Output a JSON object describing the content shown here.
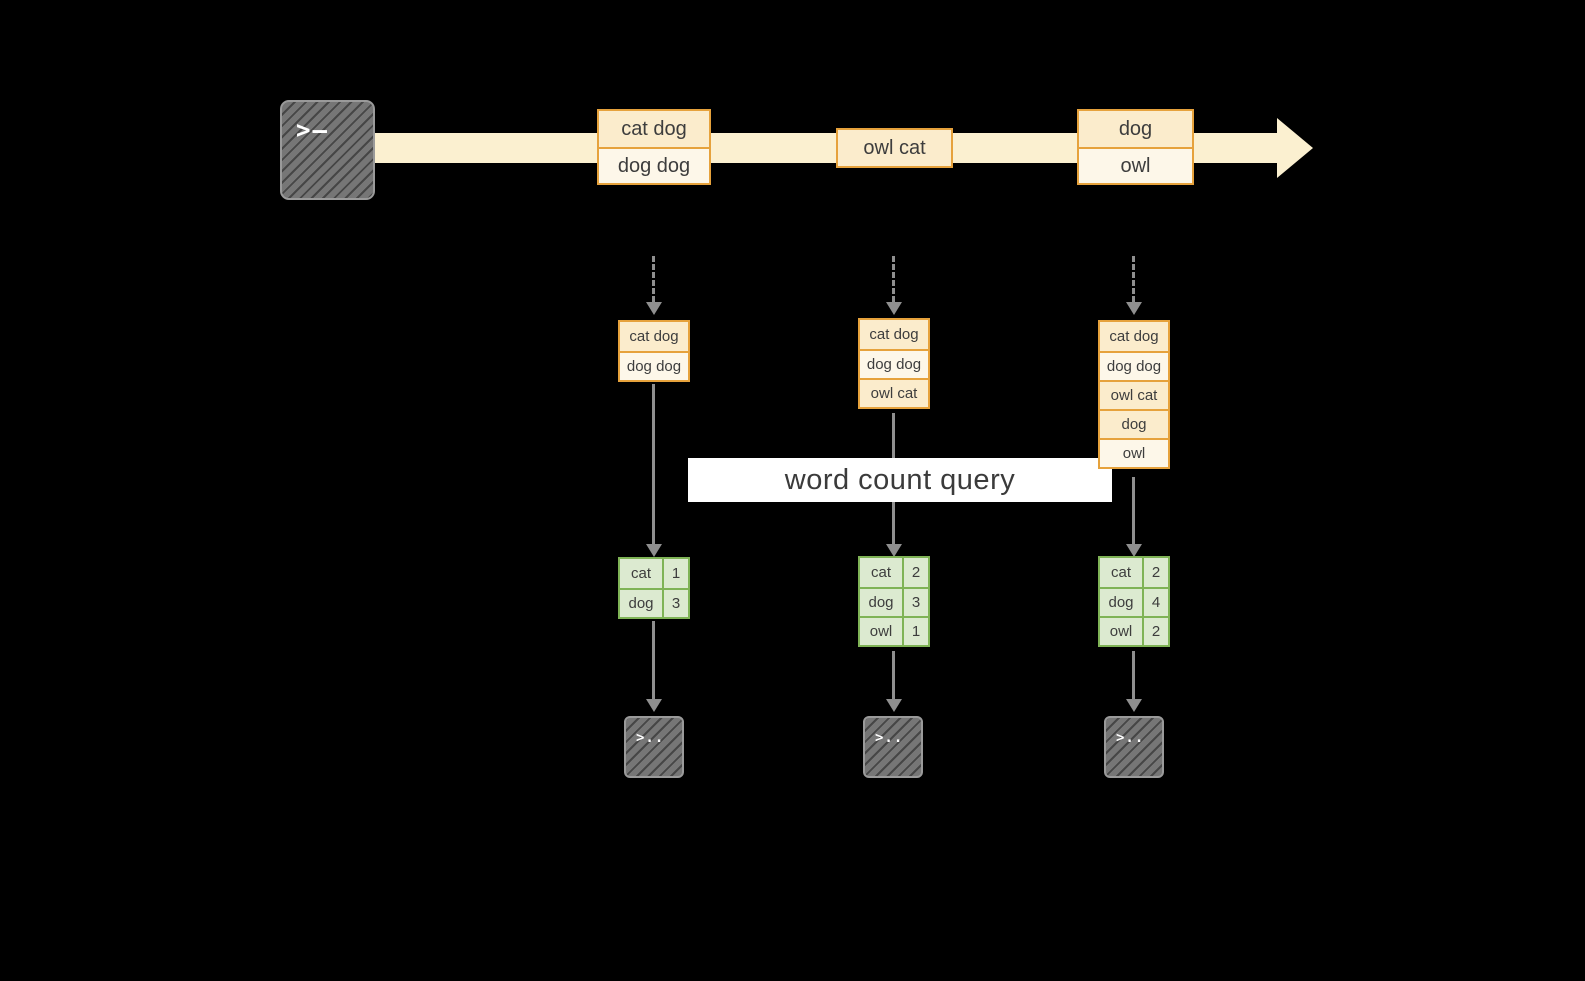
{
  "banner": {
    "label": "word count query"
  },
  "timeline": {
    "batches": [
      {
        "rows": [
          "cat dog",
          "dog dog"
        ]
      },
      {
        "rows": [
          "owl cat"
        ]
      },
      {
        "rows": [
          "dog",
          "owl"
        ]
      }
    ]
  },
  "columns": [
    {
      "input_rows": [
        "cat dog",
        "dog dog"
      ],
      "result_rows": [
        {
          "word": "cat",
          "count": "1"
        },
        {
          "word": "dog",
          "count": "3"
        }
      ]
    },
    {
      "input_rows": [
        "cat dog",
        "dog dog",
        "owl cat"
      ],
      "result_rows": [
        {
          "word": "cat",
          "count": "2"
        },
        {
          "word": "dog",
          "count": "3"
        },
        {
          "word": "owl",
          "count": "1"
        }
      ]
    },
    {
      "input_rows": [
        "cat dog",
        "dog dog",
        "owl cat",
        "dog",
        "owl"
      ],
      "result_rows": [
        {
          "word": "cat",
          "count": "2"
        },
        {
          "word": "dog",
          "count": "4"
        },
        {
          "word": "owl",
          "count": "2"
        }
      ]
    }
  ],
  "icons": {
    "input_terminal": ">–",
    "output_terminal": ">.."
  },
  "colors": {
    "background": "#000000",
    "stream_band": "#fbf0d0",
    "record_border": "#e6a23c",
    "record_fill_primary": "#fbeccc",
    "record_fill_secondary": "#fdf7e9",
    "result_border": "#7fb356",
    "result_fill": "#dcead0",
    "arrow": "#8f8f8f",
    "banner_background": "#ffffff",
    "text": "#3d3d3d"
  }
}
